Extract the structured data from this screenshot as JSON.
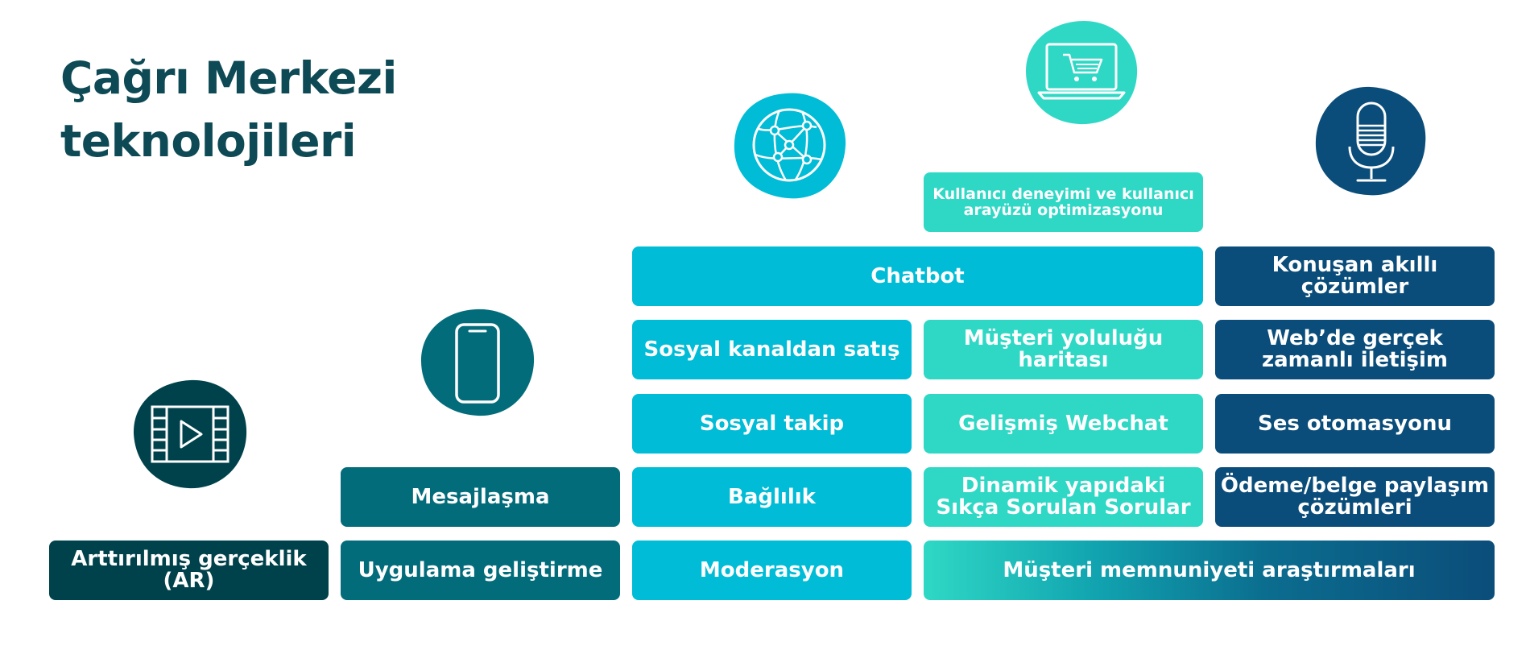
{
  "title": {
    "line1": "Çağrı Merkezi",
    "line2": "teknolojileri"
  },
  "icons": {
    "ar": "film-play-icon",
    "mobile": "smartphone-icon",
    "social": "globe-network-icon",
    "ux": "laptop-shopping-cart-icon",
    "voice": "microphone-icon"
  },
  "colors": {
    "title": "#0d4a55",
    "ar": "#00424b",
    "mobile": "#036c7b",
    "social": "#00bcd6",
    "ux": "#2fd8c5",
    "voice": "#0b4d7a"
  },
  "boxes": {
    "ar": "Arttırılmış gerçeklik (AR)",
    "app_dev": "Uygulama geliştirme",
    "messaging": "Mesajlaşma",
    "moderation": "Moderasyon",
    "engagement": "Bağlılık",
    "social_listening": "Sosyal takip",
    "social_selling": "Sosyal kanaldan satış",
    "chatbot": "Chatbot",
    "csat": "Müşteri memnuniyeti araştırmaları",
    "faq": "Dinamik yapıdaki Sıkça Sorulan Sorular",
    "webchat": "Gelişmiş Webchat",
    "journey": "Müşteri yoluluğu haritası",
    "ux_opt": "Kullanıcı deneyimi ve kullanıcı arayüzü optimizasyonu",
    "payment": "Ödeme/belge paylaşım çözümleri",
    "voice_auto": "Ses otomasyonu",
    "web_rtc": "Web’de gerçek zamanlı iletişim",
    "smart_speech": "Konuşan akıllı çözümler"
  }
}
